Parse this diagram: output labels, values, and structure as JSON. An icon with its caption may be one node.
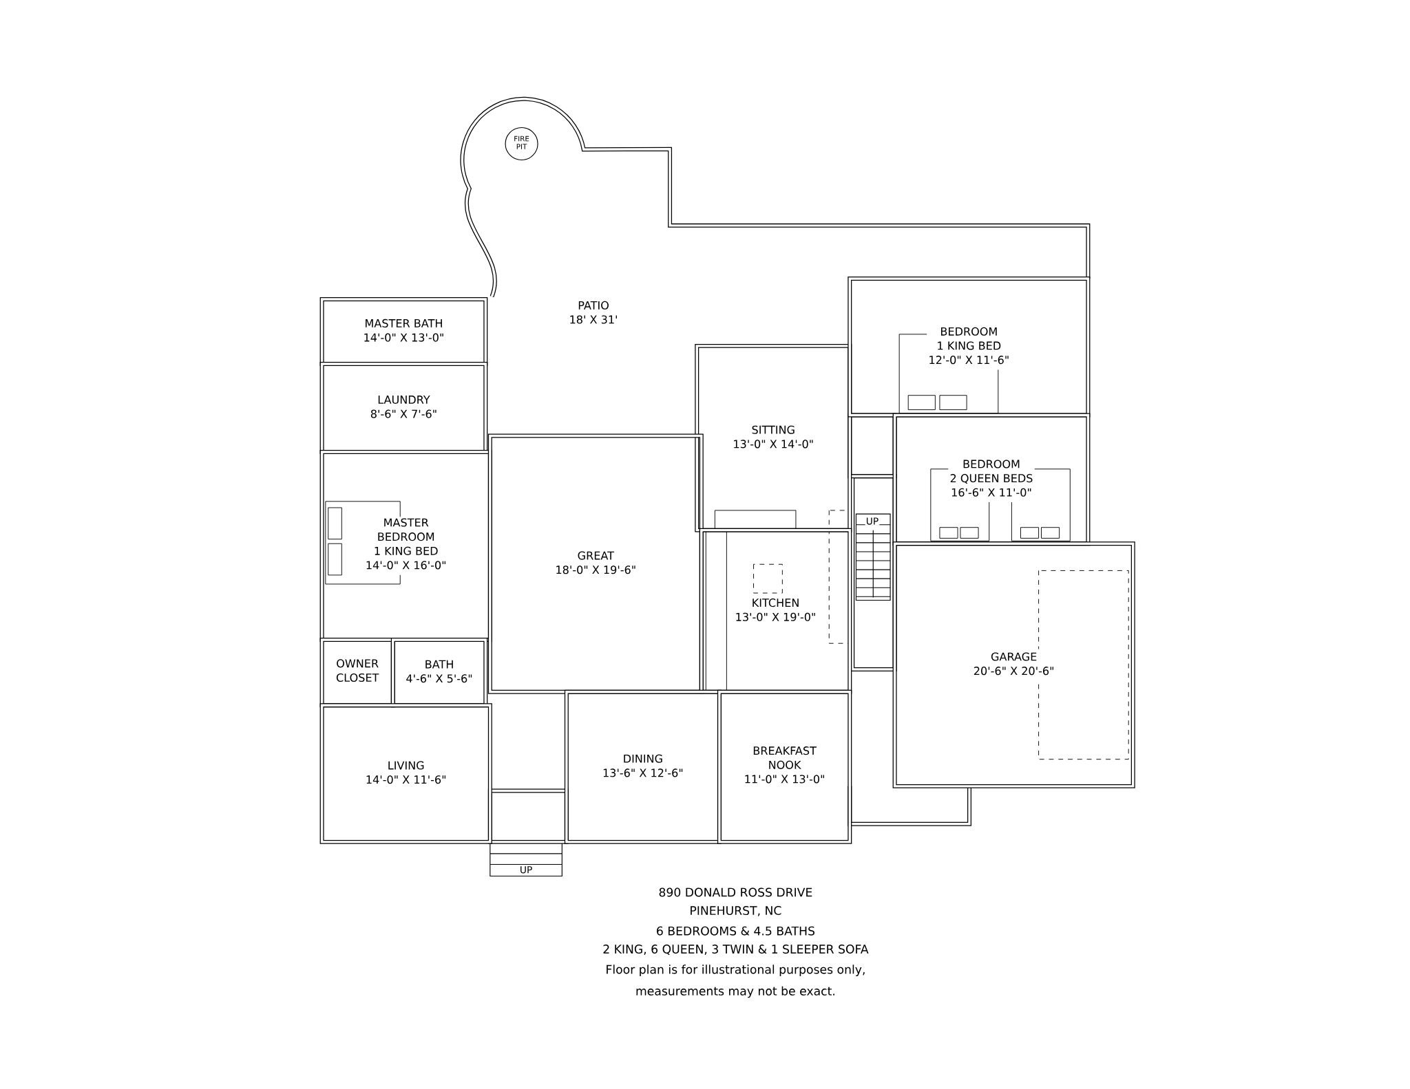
{
  "diagram": {
    "nodes": [
      {
        "text": [
          "PATIO",
          "18' X 31'"
        ]
      },
      {
        "text": [
          "FIRE PIT"
        ],
        "in": 0
      },
      {
        "text": [
          "MASTER BATH",
          "14'-0\" X 13'-0\""
        ]
      },
      {
        "text": [
          "LAUNDRY",
          "8'-6\" X 7'-6\""
        ]
      },
      {
        "text": [
          "MASTER BEDROOM",
          "1 KING BED",
          "14'-0\" X 16'-0\""
        ]
      },
      {
        "text": [
          "OWNER CLOSET"
        ]
      },
      {
        "text": [
          "BATH",
          "4'-6\" X 5'-6\""
        ]
      },
      {
        "text": [
          "LIVING",
          "14'-0\" X 11'-6\""
        ]
      },
      {
        "text": [
          "SITTING",
          "13'-0\" X 14'-0\""
        ]
      },
      {
        "text": [
          "GREAT",
          "18'-0\" X 19'-6\""
        ]
      },
      {
        "text": [
          "KITCHEN",
          "13'-0\" X 19'-0\""
        ]
      },
      {
        "text": [
          "DINING",
          "13'-6\" X 12'-6\""
        ]
      },
      {
        "text": [
          "BREAKFAST NOOK",
          "11'-0\" X 13'-0\""
        ]
      },
      {
        "text": [
          "BEDROOM",
          "1 KING BED",
          "12'-0\" X 11'-6\""
        ]
      },
      {
        "text": [
          "BEDROOM",
          "2 QUEEN BEDS",
          "16'-6\" X 11'-0\""
        ]
      },
      {
        "text": [
          "GARAGE",
          "20'-6\" X 20'-6\""
        ]
      }
    ],
    "labels": [
      "UP",
      "UP",
      "890 DONALD ROSS DRIVE",
      "PINEHURST, NC",
      "6 BEDROOMS & 4.5 BATHS",
      "2 KING, 6 QUEEN, 3 TWIN & 1 SLEEPER SOFA",
      "Floor plan is for illustrational purposes only,",
      "measurements may not be exact."
    ]
  }
}
